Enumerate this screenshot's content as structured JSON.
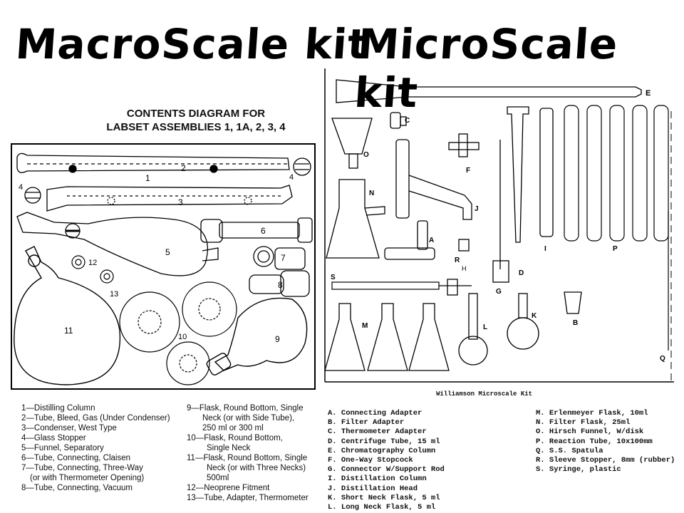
{
  "titles": {
    "macro": "MacroScale kit",
    "micro": "MicroScale kit"
  },
  "macro": {
    "heading_line1": "CONTENTS DIAGRAM FOR",
    "heading_line2": "LABSET ASSEMBLIES 1, 1A, 2, 3, 4",
    "diagram_labels": [
      "1",
      "2",
      "3",
      "4",
      "4",
      "5",
      "6",
      "7",
      "8",
      "9",
      "10",
      "11",
      "12",
      "13"
    ],
    "legend_col1": [
      "1—Distilling Column",
      "2—Tube, Bleed, Gas (Under Condenser)",
      "3—Condenser, West Type",
      "4—Glass Stopper",
      "5—Funnel, Separatory",
      "6—Tube, Connecting, Claisen",
      "7—Tube, Connecting, Three-Way",
      "(or with Thermometer Opening)",
      "8—Tube, Connecting, Vacuum"
    ],
    "legend_col2": [
      "9—Flask, Round Bottom, Single",
      "Neck (or with Side Tube),",
      "250 ml or 300 ml",
      "10—Flask, Round Bottom,",
      "Single Neck",
      "11—Flask, Round Bottom, Single",
      "Neck (or with Three Necks)",
      "500ml",
      "12—Neoprene Fitment",
      "13—Tube, Adapter, Thermometer"
    ]
  },
  "micro": {
    "diagram_labels": [
      "A",
      "B",
      "C",
      "D",
      "E",
      "F",
      "G",
      "H",
      "I",
      "J",
      "K",
      "L",
      "M",
      "N",
      "O",
      "P",
      "Q",
      "R",
      "S"
    ],
    "caption": "Williamson Microscale Kit",
    "legend_col1": [
      "A.  Connecting Adapter",
      "B.  Filter Adapter",
      "C.  Thermometer Adapter",
      "D.  Centrifuge Tube, 15 ml",
      "E.  Chromatography Column",
      "F.  One-Way Stopcock",
      "G.  Connector W/Support Rod",
      "I.  Distillation Column",
      "J.  Distillation Head",
      "K.  Short Neck Flask, 5 ml",
      "L.  Long Neck Flask, 5 ml"
    ],
    "legend_col2": [
      "M.  Erlenmeyer Flask, 10ml",
      "N.  Filter Flask, 25ml",
      "O.  Hirsch Funnel, W/disk",
      "P.  Reaction Tube, 10x100mm",
      "Q.  S.S. Spatula",
      "R.  Sleeve Stopper, 8mm (rubber)",
      "S.  Syringe, plastic"
    ]
  }
}
